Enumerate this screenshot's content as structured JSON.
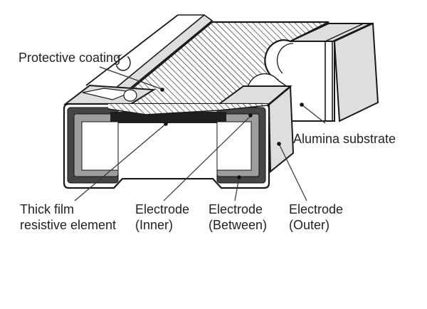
{
  "diagram": {
    "type": "chip-resistor-construction-diagram",
    "labels": {
      "protective_coating": "Protective coating",
      "alumina_substrate": "Alumina substrate",
      "thick_film_line1": "Thick film",
      "thick_film_line2": "resistive element",
      "electrode_inner_line1": "Electrode",
      "electrode_inner_line2": "(Inner)",
      "electrode_between_line1": "Electrode",
      "electrode_between_line2": "(Between)",
      "electrode_outer_line1": "Electrode",
      "electrode_outer_line2": "(Outer)"
    },
    "colors": {
      "face_light_gray": "#dedede",
      "between_electrode_gray": "#9e9e9e",
      "inner_electrode_dark": "#454545",
      "resistive_element_dark": "#1f1f1f",
      "outline_black": "#1a1a1a",
      "substrate_white": "#ffffff",
      "label_text": "#222222"
    }
  }
}
